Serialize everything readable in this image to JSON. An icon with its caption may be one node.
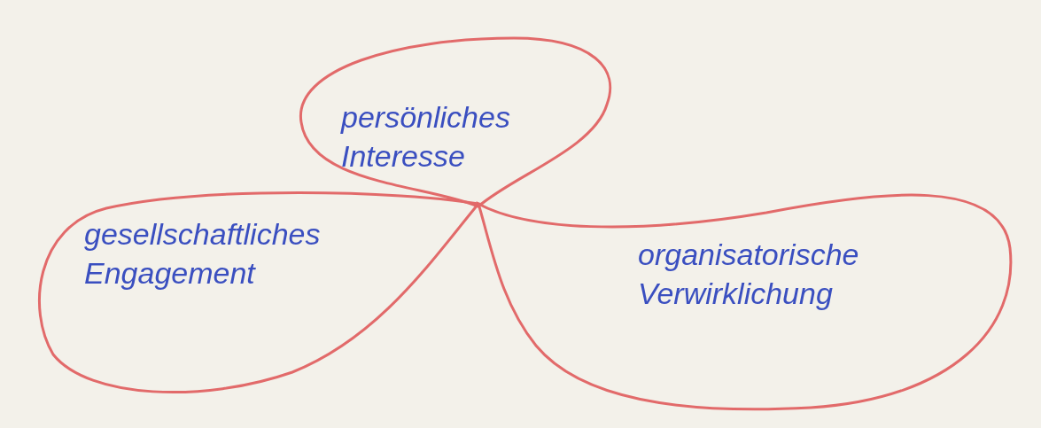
{
  "diagram": {
    "nodes": [
      {
        "text": [
          "persönliches Interesse"
        ]
      },
      {
        "text": [
          "gesellschaftliches Engagement"
        ]
      },
      {
        "text": [
          "organisatorische Verwirklichung"
        ]
      }
    ],
    "edges": []
  }
}
